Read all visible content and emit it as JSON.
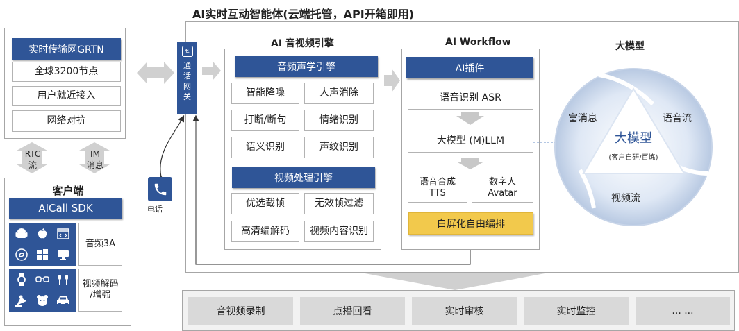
{
  "header": {
    "title": "AI实时互动智能体(云端托管，API开箱即用)"
  },
  "left": {
    "grtn_label": "实时传输网GRTN",
    "grtn_items": [
      "全球3200节点",
      "用户就近接入",
      "网络对抗"
    ],
    "arrow_rtc": "RTC\n流",
    "arrow_im": "IM\n消息",
    "client_title": "客户端",
    "sdk_label": "AICall SDK",
    "audio3a": "音频3A",
    "video_decode": "视频解码\n/增强",
    "platform_icons": [
      "android-icon",
      "apple-icon",
      "code-icon",
      "mini-program-icon",
      "windows-icon",
      "mac-icon"
    ],
    "device_icons": [
      "watch-icon",
      "glasses-icon",
      "earphones-icon",
      "robot-icon",
      "bear-toy-icon",
      "car-icon"
    ]
  },
  "gateway": {
    "label": "通\n话\n网\n关",
    "phone_label": "电话"
  },
  "engine": {
    "title": "AI 音视频引擎",
    "audio_label": "音频声学引擎",
    "audio_items": [
      "智能降噪",
      "人声消除",
      "打断/断句",
      "情绪识别",
      "语义识别",
      "声纹识别"
    ],
    "video_label": "视频处理引擎",
    "video_items": [
      "优选截帧",
      "无效帧过滤",
      "高清编解码",
      "视频内容识别"
    ]
  },
  "workflow": {
    "title": "AI  Workflow",
    "plugin_label": "AI插件",
    "asr": "语音识别 ASR",
    "llm": "大模型 (M)LLM",
    "tts": "语音合成\nTTS",
    "avatar": "数字人\nAvatar",
    "orchestration": "白屏化自由编排"
  },
  "model": {
    "title": "大模型",
    "center": "大模型",
    "center_sub": "(客户自研/百炼)",
    "segments": [
      "富消息",
      "语音流",
      "视频流"
    ]
  },
  "bottom": {
    "items": [
      "音视频录制",
      "点播回看",
      "实时审核",
      "实时监控",
      "... ..."
    ]
  },
  "colors": {
    "blue": "#2f5597",
    "gold": "#f2c94c",
    "gray": "#d9d9d9"
  }
}
